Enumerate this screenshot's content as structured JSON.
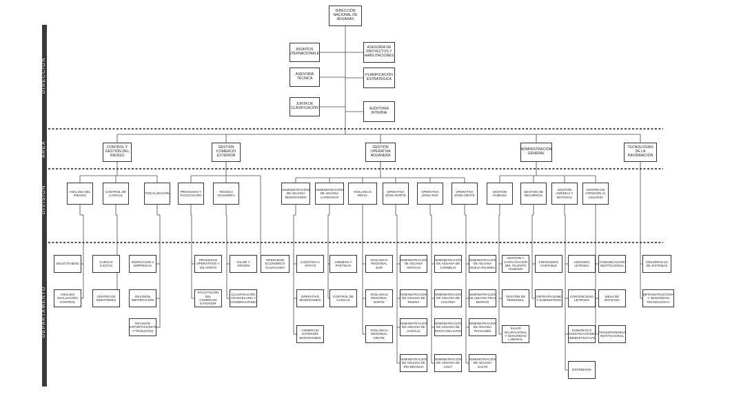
{
  "bands": [
    {
      "id": "direccion",
      "label": "DIRECCIÓN"
    },
    {
      "id": "area",
      "label": "ÁREA"
    },
    {
      "id": "division",
      "label": "DIVISIÓN"
    },
    {
      "id": "departamento",
      "label": "DEPARTAMENTO"
    }
  ],
  "direccion": {
    "head": "DIRECCIÓN NACIONAL DE ADUANAS",
    "left": [
      "ASUNTOS INTERNACIONALES",
      "ASESORÍA TÉCNICA",
      "JUNTA DE CLASIFICACIÓN"
    ],
    "right": [
      "ASESORÍA DE PROYECTOS Y HABILITACIONES",
      "PLANIFICACIÓN ESTRATÉGICA",
      "AUDITORÍA INTERNA"
    ]
  },
  "areas": [
    "CONTROL Y GESTIÓN DEL RIESGO",
    "GESTIÓN COMERCIO EXTERIOR",
    "GESTIÓN OPERATIVA ADUANERA",
    "ADMINISTRACIÓN GENERAL",
    "TECNOLOGÍAS DE LA INFORMACIÓN"
  ],
  "divisiones": [
    "ANÁLISIS DEL RIESGO",
    "CONTROL DE CARGAS",
    "FISCALIZACIÓN",
    "PROCESOS Y FACILITACIÓN",
    "TÉCNICA ADUANERA",
    "ADMINISTRACIÓN DE ADUANA MONTEVIDEO",
    "ADMINISTRACIÓN DE ADUANA CARRASCO",
    "VIGILANCIA MÓVIL",
    "OPERATIVA ZONA NORTE",
    "OPERATIVA ZONA SUR",
    "OPERATIVA ZONA OESTE",
    "GESTIÓN HUMANA",
    "GESTIÓN DE RECURSOS",
    "GESTIÓN JURÍDICA Y NOTARIAL",
    "CENTRO DE ATENCIÓN AL USUARIO"
  ],
  "departamentos": [
    "SELECTIVIDAD",
    "ANÁLISIS EVALUACIÓN CONTROL",
    "CARGAS ILÍCITAS",
    "CENTRO DE MONITOREO",
    "INSPECCIÓN A EMPRESAS",
    "REVISIÓN IMPORTACIÓN",
    "REVISIÓN EXPORTACIÓN/AT Y TRÁNSITOS",
    "PROCESOS OPERATIVOS Y DE APOYO",
    "FACILITACIÓN DEL COMERCIO EXTERIOR",
    "VALOR Y ORIGEN",
    "CLASIFICACIÓN ARANCELARIA Y EXONERACIONES",
    "OPERADOR ECONÓMICO CALIFICADO",
    "LOGÍSTICA Y APOYO",
    "OPERATIVO MONTEVIDEO",
    "COMERCIO EXTERIOR MONTEVIDEO",
    "ARRIBOS Y PARTIDAS",
    "CONTROL DE CARGAS",
    "VIGILANCIA REGIONAL SUR",
    "VIGILANCIA REGIONAL NORTE",
    "VIGILANCIA REGIONAL OESTE",
    "ADMINISTRACIÓN DE ADUANA ARTIGAS",
    "ADMINISTRACIÓN DE ADUANA DE RIVERA",
    "ADMINISTRACIÓN DE ADUANA DE ACEGUÁ",
    "ADMINISTRACIÓN DE ADUANA DE RÍO BRANCO",
    "ADMINISTRACIÓN DE ADUANA DE CARMELO",
    "ADMINISTRACIÓN DE ADUANA DE COLONIA",
    "ADMINISTRACIÓN DE ADUANA DE PUNTA DEL ESTE",
    "ADMINISTRACIÓN DE ADUANA DE CHUY",
    "ADMINISTRACIÓN DE ADUANA NUEVA PALMIRA",
    "ADMINISTRACIÓN DE ADUANA FRAY BENTOS",
    "ADMINISTRACIÓN DE ADUANA PAYSANDÚ",
    "ADMINISTRACIÓN DE ADUANA SALTO",
    "GESTIÓN Y CAPACITACIÓN DEL TALENTO HUMANO",
    "GESTIÓN DE PERSONAL",
    "SALUD OCUPACIONAL Y SEGURIDAD LABORAL",
    "FINANCIERO CONTABLE",
    "CONTRATACIONES Y SUMINISTROS",
    "ASESORÍA LETRADA",
    "CONTENCIOSO LETRADO",
    "SUMARIOS E INVESTIGACIONES ADMINISTRATIVAS",
    "ESCRIBANÍA",
    "COMUNICACIÓN INSTITUCIONAL",
    "MESA DE ENTRADA",
    "TRANSPARENCIA INSTITUCIONAL",
    "DESARROLLO DE SISTEMAS",
    "INFRAESTRUCTURA Y SEGURIDAD TECNOLÓGICA"
  ]
}
